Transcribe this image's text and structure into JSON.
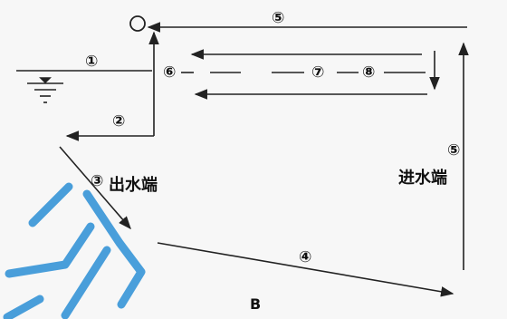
{
  "labels": {
    "n1": "①",
    "n2": "②",
    "n3": "③",
    "n4": "④",
    "n5_top": "⑤",
    "n5_right": "⑤",
    "n6": "⑥",
    "n7": "⑦",
    "n8": "⑧",
    "outlet_label": "出水端",
    "inlet_label": "进水端",
    "letter_b": "B"
  },
  "colors": {
    "line": "#222222",
    "watermark": "#2b8fd6"
  }
}
